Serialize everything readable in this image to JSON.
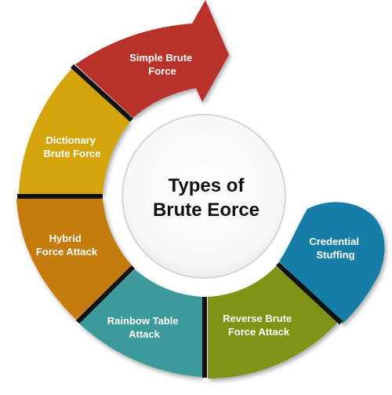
{
  "center": {
    "line1": "Types of",
    "line2": "Brute Eorce"
  },
  "segments": [
    {
      "label_line1": "Simple Brute",
      "label_line2": "Force",
      "color": "#b8332b"
    },
    {
      "label_line1": "Dictionary",
      "label_line2": "Brute Force",
      "color": "#d4a40c"
    },
    {
      "label_line1": "Hybrid",
      "label_line2": "Force Attack",
      "color": "#c47d0d"
    },
    {
      "label_line1": "Rainbow Table",
      "label_line2": "Attack",
      "color": "#3d9a9a"
    },
    {
      "label_line1": "Reverse Brute",
      "label_line2": "Force Attack",
      "color": "#7f9412"
    },
    {
      "label_line1": "Credential",
      "label_line2": "Stuffing",
      "color": "#137ea6"
    }
  ],
  "colors": {
    "separator": "#111111",
    "center_fill": "#ffffff",
    "center_edge": "#d6d6d6"
  }
}
